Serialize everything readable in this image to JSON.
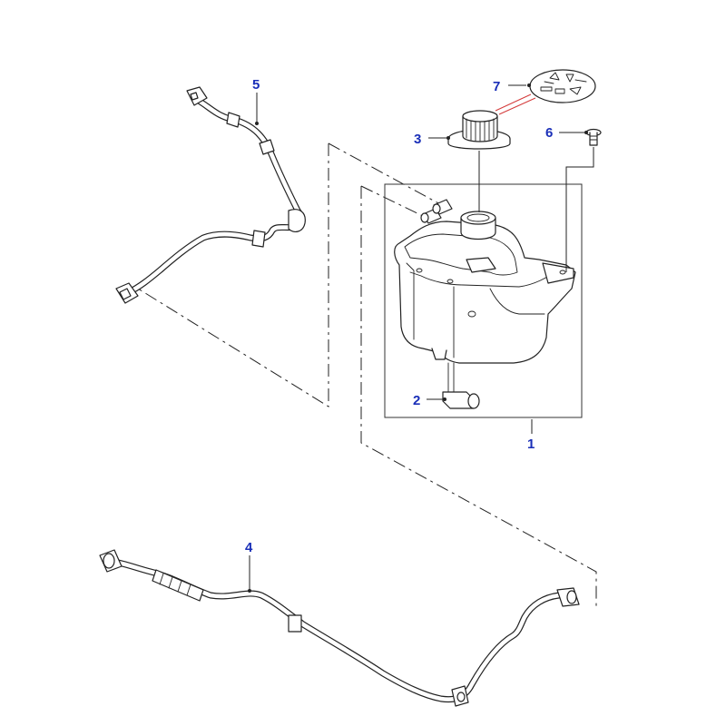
{
  "callouts": {
    "c1": "1",
    "c2": "2",
    "c3": "3",
    "c4": "4",
    "c5": "5",
    "c6": "6",
    "c7": "7"
  },
  "colors": {
    "callout_text": "#1a2fb8",
    "line_art": "#222222",
    "label_leader": "#d43a3a"
  }
}
